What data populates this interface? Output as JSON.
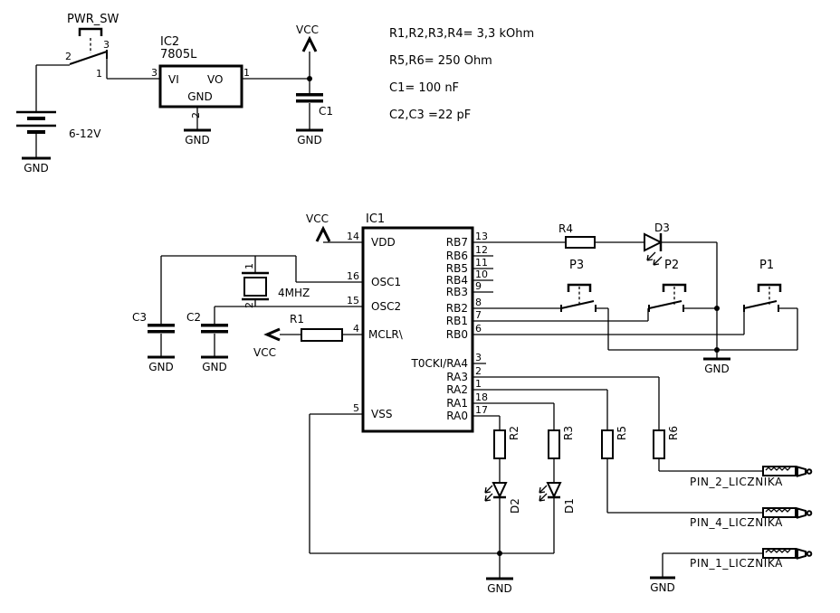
{
  "schematic": {
    "power": {
      "switch": {
        "label": "PWR_SW",
        "pin_2": "2",
        "pin_3": "3",
        "pin_1": "1"
      },
      "battery": {
        "value": "6-12V",
        "gnd": "GND"
      },
      "regulator": {
        "ref": "IC2",
        "part": "7805L",
        "pin_vi": "VI",
        "pin_vo": "VO",
        "pin_gnd": "GND",
        "num_in": "3",
        "num_out": "1",
        "num_gnd": "2",
        "gnd": "GND"
      },
      "vcc": "VCC",
      "c1": {
        "ref": "C1",
        "gnd": "GND"
      }
    },
    "notes": [
      "R1,R2,R3,R4= 3,3 kOhm",
      "R5,R6= 250 Ohm",
      "C1= 100 nF",
      "C2,C3 =22 pF"
    ],
    "mcu": {
      "ref": "IC1",
      "vcc": "VCC",
      "left_pins": [
        {
          "num": "14",
          "name": "VDD"
        },
        {
          "num": "16",
          "name": "OSC1"
        },
        {
          "num": "15",
          "name": "OSC2"
        },
        {
          "num": "4",
          "name": "MCLR\\"
        },
        {
          "num": "5",
          "name": "VSS"
        }
      ],
      "right_pins": [
        {
          "num": "13",
          "name": "RB7"
        },
        {
          "num": "12",
          "name": "RB6"
        },
        {
          "num": "11",
          "name": "RB5"
        },
        {
          "num": "10",
          "name": "RB4"
        },
        {
          "num": "9",
          "name": "RB3"
        },
        {
          "num": "8",
          "name": "RB2"
        },
        {
          "num": "7",
          "name": "RB1"
        },
        {
          "num": "6",
          "name": "RB0"
        },
        {
          "num": "3",
          "name": "T0CKI/RA4"
        },
        {
          "num": "2",
          "name": "RA3"
        },
        {
          "num": "1",
          "name": "RA2"
        },
        {
          "num": "18",
          "name": "RA1"
        },
        {
          "num": "17",
          "name": "RA0"
        }
      ]
    },
    "oscillator": {
      "crystal": "4MHZ",
      "pin1": "1",
      "pin2": "2",
      "c3": "C3",
      "c2": "C2",
      "gnd_c3": "GND",
      "gnd_c2": "GND"
    },
    "reset": {
      "r1": "R1",
      "vcc": "VCC"
    },
    "led_top": {
      "r4": "R4",
      "d3": "D3"
    },
    "buttons": {
      "p3": "P3",
      "p2": "P2",
      "p1": "P1",
      "gnd": "GND"
    },
    "leds": {
      "r2": "R2",
      "r3": "R3",
      "d2": "D2",
      "d1": "D1",
      "gnd": "GND"
    },
    "counter": {
      "r5": "R5",
      "r6": "R6",
      "pin2": "PIN_2_LICZNIKA",
      "pin4": "PIN_4_LICZNIKA",
      "pin1": "PIN_1_LICZNIKA",
      "gnd": "GND"
    }
  }
}
